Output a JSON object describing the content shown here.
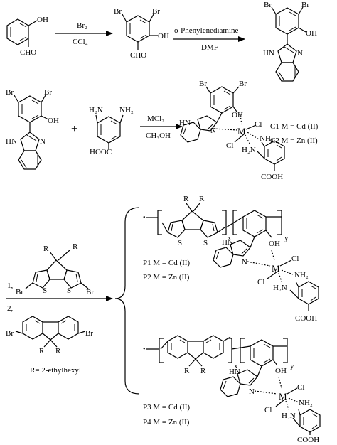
{
  "step1": {
    "salicylaldehyde": {
      "oh": "OH",
      "cho": "CHO"
    },
    "dibromo_aldehyde": {
      "br_left": "Br",
      "br_right": "Br",
      "oh": "OH",
      "cho": "CHO"
    },
    "arrow1": {
      "top": "Br₂",
      "bottom": "CCl₄"
    },
    "arrow2": {
      "top": "o-Phenylenediamine",
      "bottom": "DMF"
    },
    "benzimidazole_ligand": {
      "br_left": "Br",
      "br_right": "Br",
      "oh": "OH",
      "nh": "HN",
      "n": "N"
    }
  },
  "step2": {
    "ligand": {
      "br_left": "Br",
      "br_right": "Br",
      "oh": "OH",
      "nh": "HN",
      "n": "N"
    },
    "plus": "+",
    "diamine": {
      "nh2_left": "H₂N",
      "nh2_right": "NH₂",
      "acid": "HOOC"
    },
    "arrow": {
      "top": "MCl₂",
      "bottom": "CH₃OH"
    },
    "complex": {
      "br_left": "Br",
      "br_right": "Br",
      "oh": "OH",
      "nh": "HN",
      "n": "N",
      "metal": "M",
      "cl_top": "Cl",
      "cl_bottom": "Cl",
      "nh2_top": "NH₂",
      "nh2_bottom": "H₂N",
      "acid": "COOH"
    },
    "labels": [
      "C1  M = Cd (II)",
      "C2  M = Zn (II)"
    ]
  },
  "step3": {
    "reagent1": {
      "number": "1,",
      "r_left": "R",
      "r_right": "R",
      "br_left": "Br",
      "br_right": "Br",
      "s_left": "S",
      "s_right": "S"
    },
    "reagent2": {
      "number": "2,",
      "br_left": "Br",
      "br_right": "Br",
      "r_left": "R",
      "r_right": "R"
    },
    "r_definition": "R= 2-ethylhexyl",
    "polymer1": {
      "r_left": "R",
      "r_right": "R",
      "s_left": "S",
      "s_right": "S",
      "sub_x": "x",
      "sub_y": "y",
      "oh": "OH",
      "nh": "HN",
      "n": "N",
      "metal": "M",
      "cl_top": "Cl",
      "cl_bottom": "Cl",
      "nh2_top": "NH₂",
      "nh2_bottom": "H₂N",
      "acid": "COOH"
    },
    "polymer1_labels": [
      "P1      M = Cd  (II)",
      "P2      M = Zn  (II)"
    ],
    "polymer2": {
      "r_left": "R",
      "r_right": "R",
      "sub_x": "x",
      "sub_y": "y",
      "oh": "OH",
      "nh": "HN",
      "n": "N",
      "metal": "M",
      "cl_top": "Cl",
      "cl_bottom": "Cl",
      "nh2_top": "NH₂",
      "nh2_bottom": "H₂N",
      "acid": "COOH"
    },
    "polymer2_labels": [
      "P3      M = Cd  (II)",
      "P4      M = Zn  (II)"
    ]
  }
}
